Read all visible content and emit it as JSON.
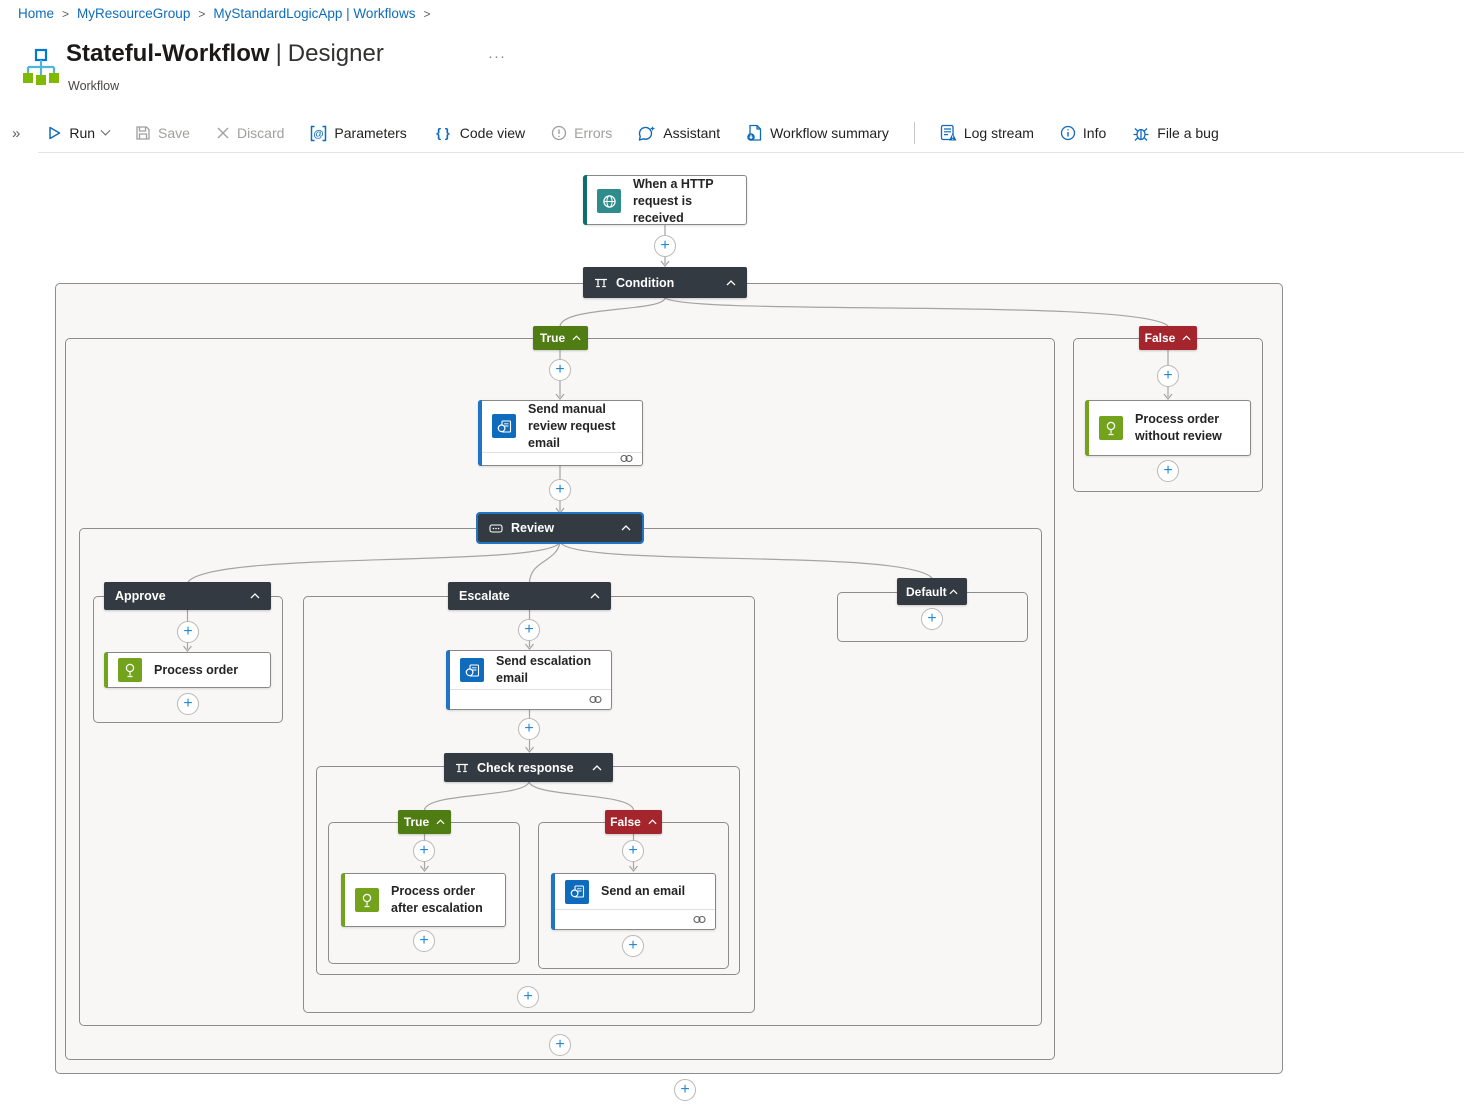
{
  "icons": {
    "plus": "+",
    "more": "···",
    "collapse": "»",
    "breadcrumb_sep": ">"
  },
  "breadcrumb": {
    "items": [
      {
        "label": "Home"
      },
      {
        "label": "MyResourceGroup"
      },
      {
        "label": "MyStandardLogicApp | Workflows"
      }
    ]
  },
  "header": {
    "title": "Stateful-Workflow",
    "title_divider": "|",
    "view": "Designer",
    "subtitle": "Workflow"
  },
  "toolbar": {
    "items": [
      {
        "label": "Run",
        "enabled": true
      },
      {
        "label": "Save",
        "enabled": false
      },
      {
        "label": "Discard",
        "enabled": false
      },
      {
        "label": "Parameters",
        "enabled": true
      },
      {
        "label": "Code view",
        "enabled": true
      },
      {
        "label": "Errors",
        "enabled": false
      },
      {
        "label": "Assistant",
        "enabled": true
      },
      {
        "label": "Workflow summary",
        "enabled": true
      },
      {
        "label": "Log stream",
        "enabled": true
      },
      {
        "label": "Info",
        "enabled": true
      },
      {
        "label": "File a bug",
        "enabled": true
      }
    ]
  },
  "colors": {
    "accent_blue": "#0f6cbd",
    "node_dark": "#333a41",
    "true_green": "#4f7d13",
    "false_red": "#a4262c",
    "action_green": "#73a31d",
    "trigger_teal": "#2e8c8c",
    "connector_gray": "#a6a4a2"
  },
  "workflow": {
    "trigger": {
      "label": "When a HTTP request is received"
    },
    "condition": {
      "label": "Condition"
    },
    "branches": {
      "true": {
        "label": "True",
        "send_manual_review": {
          "label": "Send manual review request email"
        },
        "review_switch": {
          "label": "Review",
          "approve": {
            "label": "Approve",
            "process_order": {
              "label": "Process order"
            }
          },
          "escalate": {
            "label": "Escalate",
            "send_escalation": {
              "label": "Send escalation email"
            },
            "check_response": {
              "label": "Check response",
              "true": {
                "label": "True",
                "process_after": {
                  "label": "Process order after escalation"
                }
              },
              "false": {
                "label": "False",
                "send_email": {
                  "label": "Send an email"
                }
              }
            }
          },
          "default": {
            "label": "Default"
          }
        }
      },
      "false": {
        "label": "False",
        "process_without": {
          "label": "Process order without review"
        }
      }
    }
  }
}
